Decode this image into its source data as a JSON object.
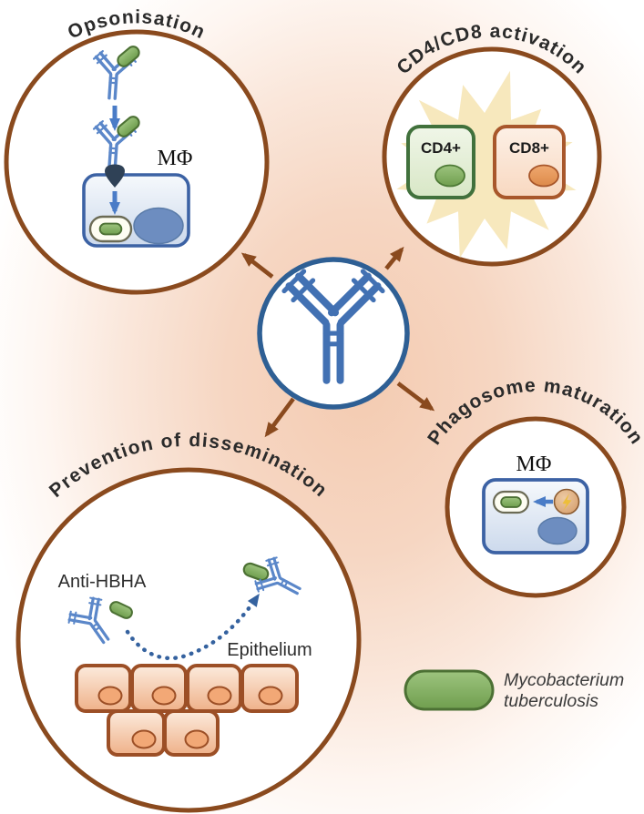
{
  "nodes": {
    "opsonisation": {
      "title": "Opsonisation",
      "macrophage_label": "MΦ"
    },
    "cd": {
      "title": "CD4/CD8 activation",
      "cd4": "CD4+",
      "cd8": "CD8+"
    },
    "phagosome": {
      "title": "Phagosome maturation",
      "macrophage_label": "MΦ"
    },
    "dissemination": {
      "title": "Prevention of dissemination",
      "antibody_label": "Anti-HBHA",
      "epithelium_label": "Epithelium"
    }
  },
  "legend": {
    "species_line1": "Mycobacterium",
    "species_line2": "tuberculosis"
  },
  "colors": {
    "node_border": "#8a4a1e",
    "center_border": "#2e5f94",
    "antibody_blue": "#4271b3",
    "antibody_light_blue": "#5b87c9",
    "mtb_green": "#76a653",
    "background_glow": "#f4cbb1",
    "starburst_yellow": "#f7e8bd",
    "cd4_green": "#41713c",
    "cd8_orange": "#a8572b",
    "epithelium_brown": "#9c4f26",
    "macrophage_blue": "#3c62a4"
  }
}
